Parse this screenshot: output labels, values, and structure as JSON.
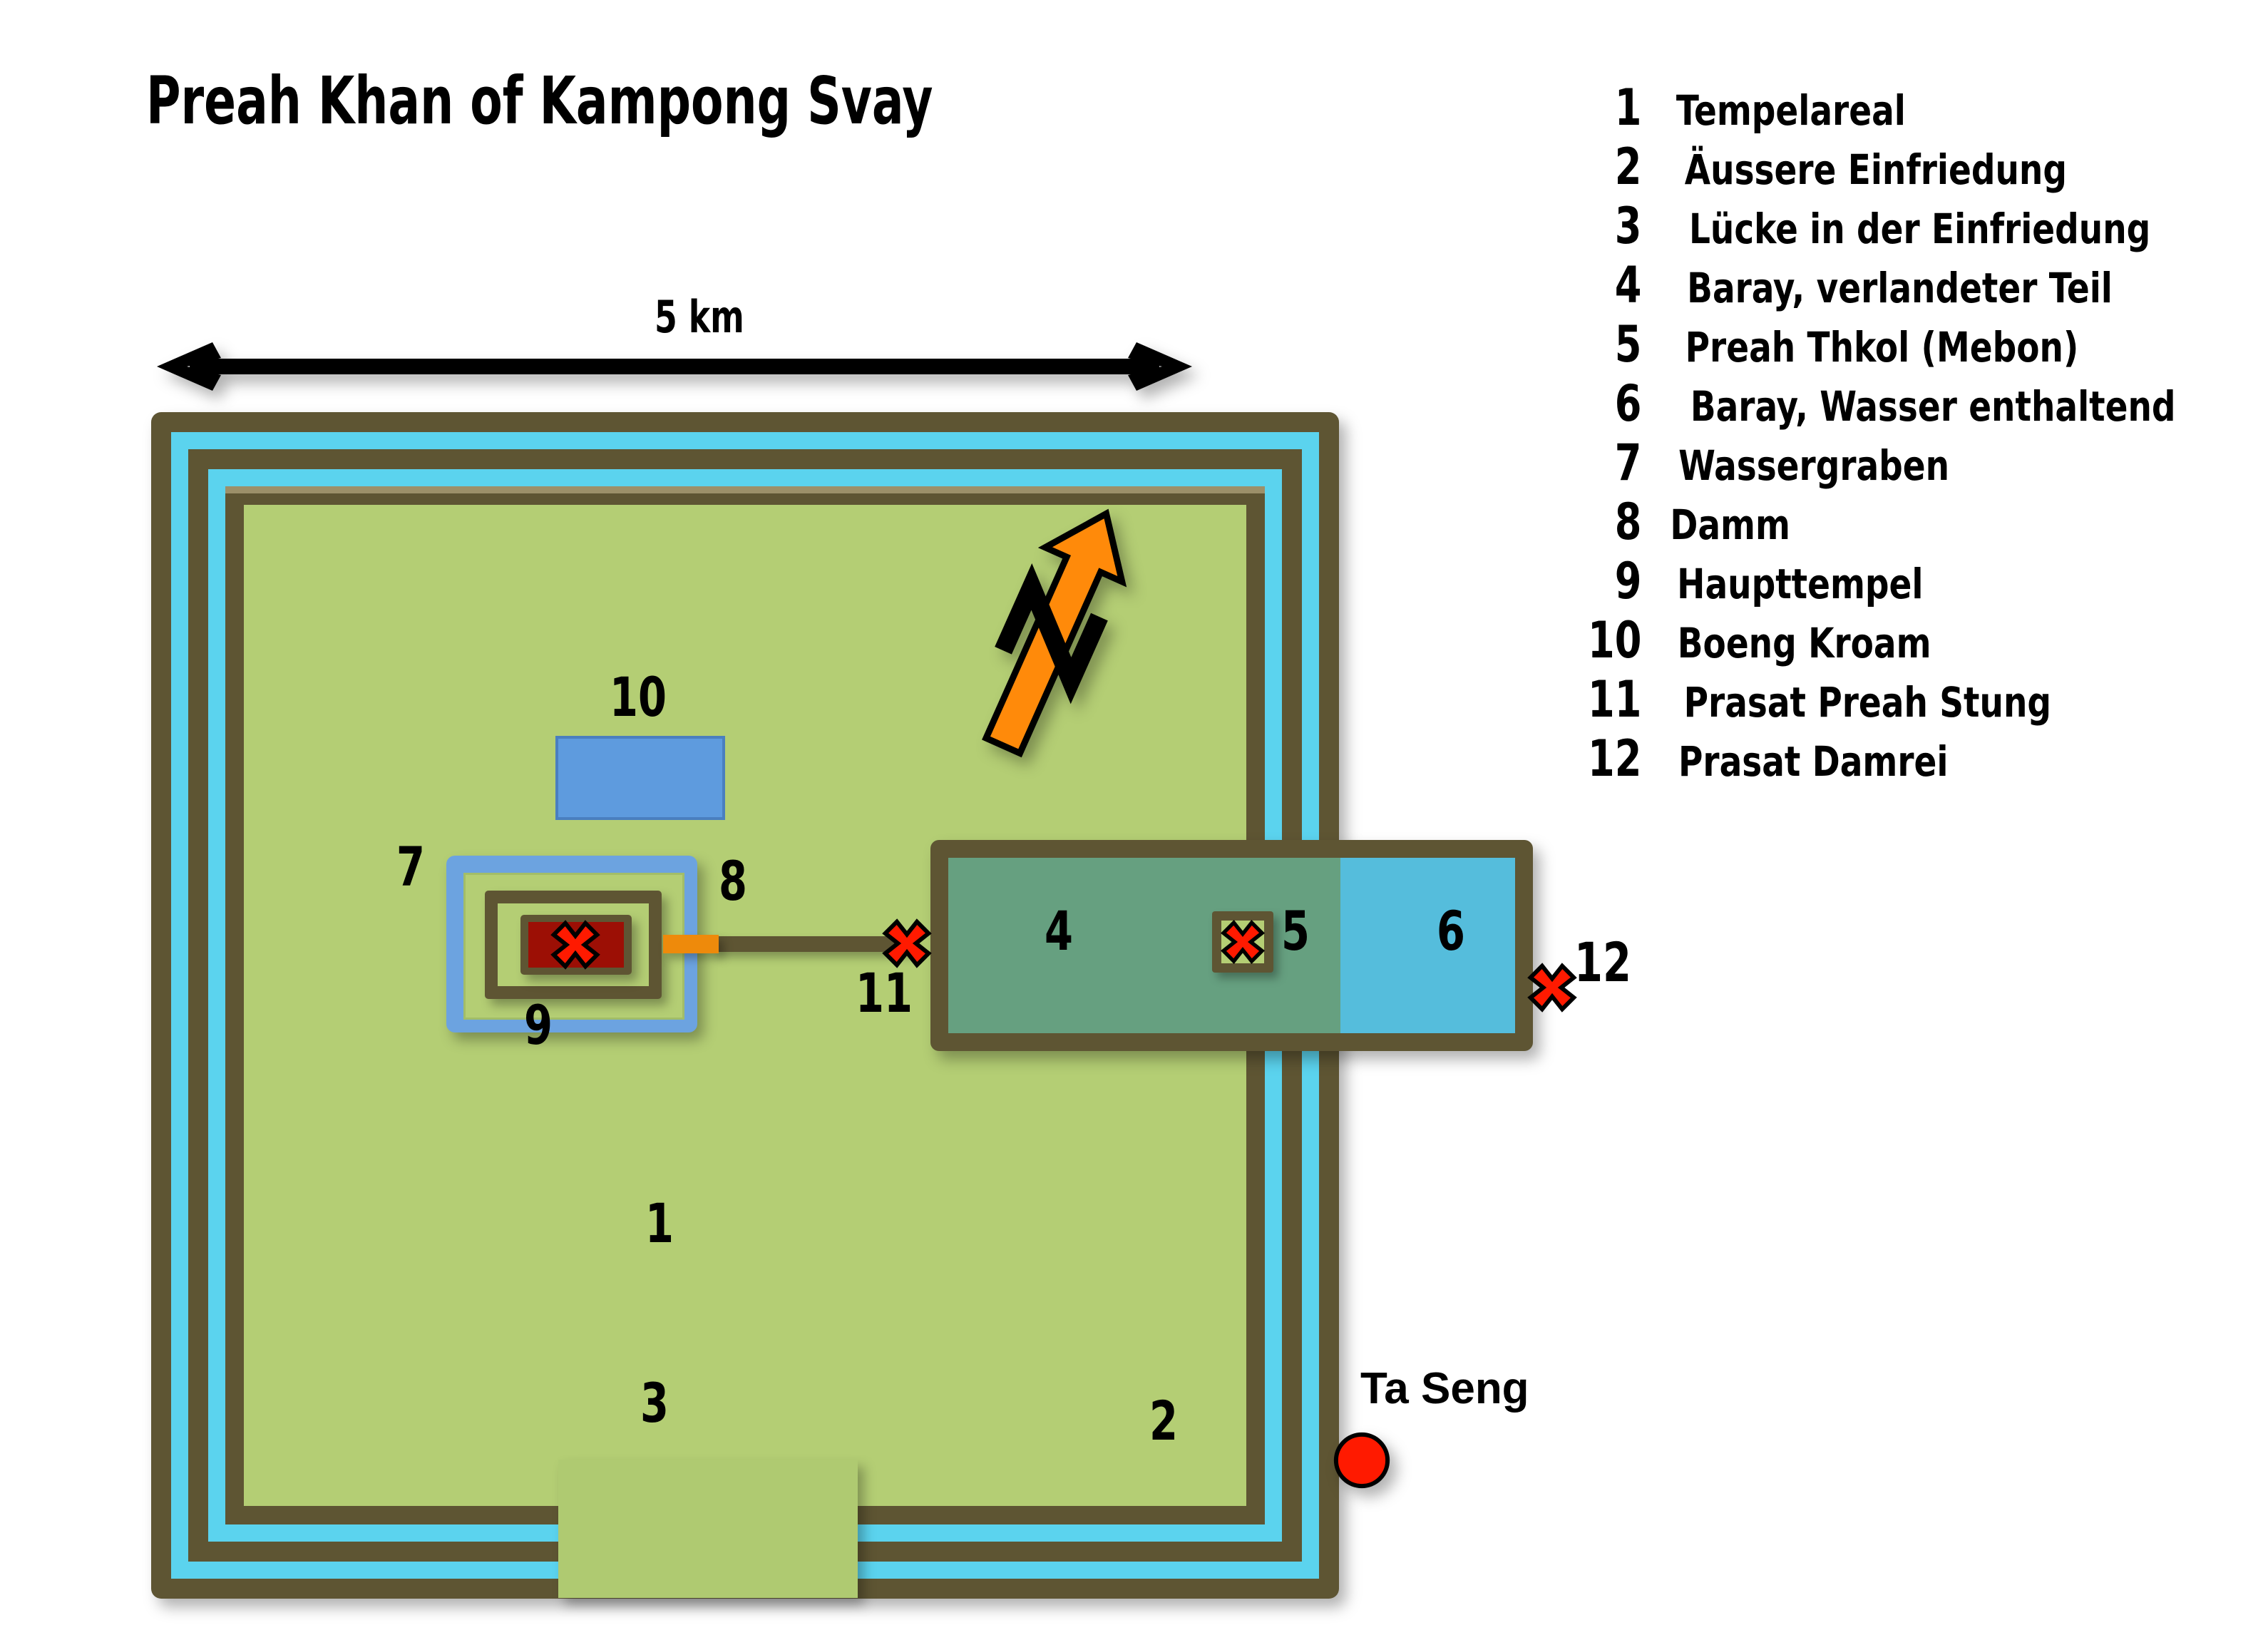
{
  "title": "Preah Khan of Kampong Svay",
  "scale": {
    "label": "5 km"
  },
  "compass": {
    "label": "N"
  },
  "legend": [
    {
      "num": "1",
      "label": "Tempelareal"
    },
    {
      "num": "2",
      "label": "Äussere Einfriedung"
    },
    {
      "num": "3",
      "label": "Lücke in der Einfriedung"
    },
    {
      "num": "4",
      "label": "Baray, verlandeter Teil"
    },
    {
      "num": "5",
      "label": "Preah Thkol (Mebon)"
    },
    {
      "num": "6",
      "label": "Baray, Wasser enthaltend"
    },
    {
      "num": "7",
      "label": "Wassergraben"
    },
    {
      "num": "8",
      "label": "Damm"
    },
    {
      "num": "9",
      "label": "Haupttempel"
    },
    {
      "num": "10",
      "label": "Boeng Kroam"
    },
    {
      "num": "11",
      "label": "Prasat Preah Stung"
    },
    {
      "num": "12",
      "label": "Prasat Damrei"
    }
  ],
  "map_labels": {
    "temple_area": "1",
    "outer_enclosure": "2",
    "gap": "3",
    "baray_silted": "4",
    "mebon": "5",
    "baray_water": "6",
    "moat": "7",
    "dam": "8",
    "main_temple": "9",
    "boeng_kroam": "10",
    "prasat_preah_stung": "11",
    "prasat_damrei": "12"
  },
  "settlement": {
    "name": "Ta Seng"
  },
  "colors": {
    "temple_area_green": "#B4CE74",
    "wall_brown": "#5E5533",
    "moat_cyan": "#5BD3EE",
    "temple_moat_blue": "#6CA3E0",
    "baray_water_blue": "#55BDDC",
    "baray_silted_green": "#66A080",
    "boeng_kroam_blue": "#5E9BDE",
    "sanctuary_red": "#9C0F05",
    "marker_red": "#FF1A00",
    "dam_orange": "#EE8A0B",
    "north_arrow_orange": "#FF8A0A"
  }
}
